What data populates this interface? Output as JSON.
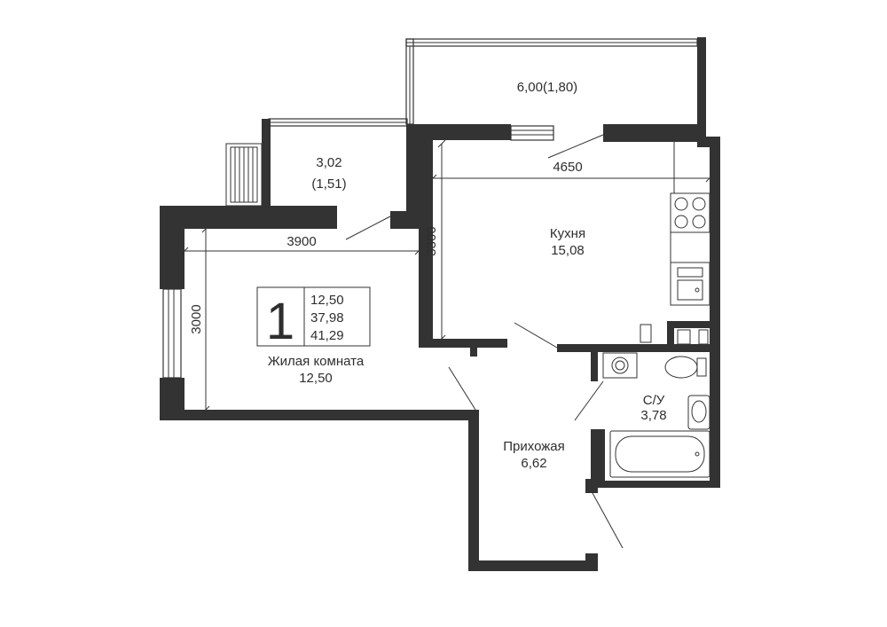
{
  "rooms": {
    "loggia_large": {
      "area": "6,00(1,80)"
    },
    "balcony_small": {
      "area": "3,02",
      "area_reduced": "(1,51)"
    },
    "kitchen": {
      "name": "Кухня",
      "area": "15,08"
    },
    "living": {
      "name": "Жилая комната",
      "area": "12,50"
    },
    "hall": {
      "name": "Прихожая",
      "area": "6,62"
    },
    "bathroom": {
      "name": "С/У",
      "area": "3,78"
    }
  },
  "dimensions": {
    "kitchen_width": "4650",
    "kitchen_depth": "3300",
    "living_width": "3900",
    "living_depth": "3000"
  },
  "summary": {
    "rooms_count": "1",
    "living_area": "12,50",
    "total_area": "37,98",
    "total_area_with_balcony": "41,29"
  },
  "colors": {
    "wall": "#333333",
    "background": "#ffffff"
  }
}
